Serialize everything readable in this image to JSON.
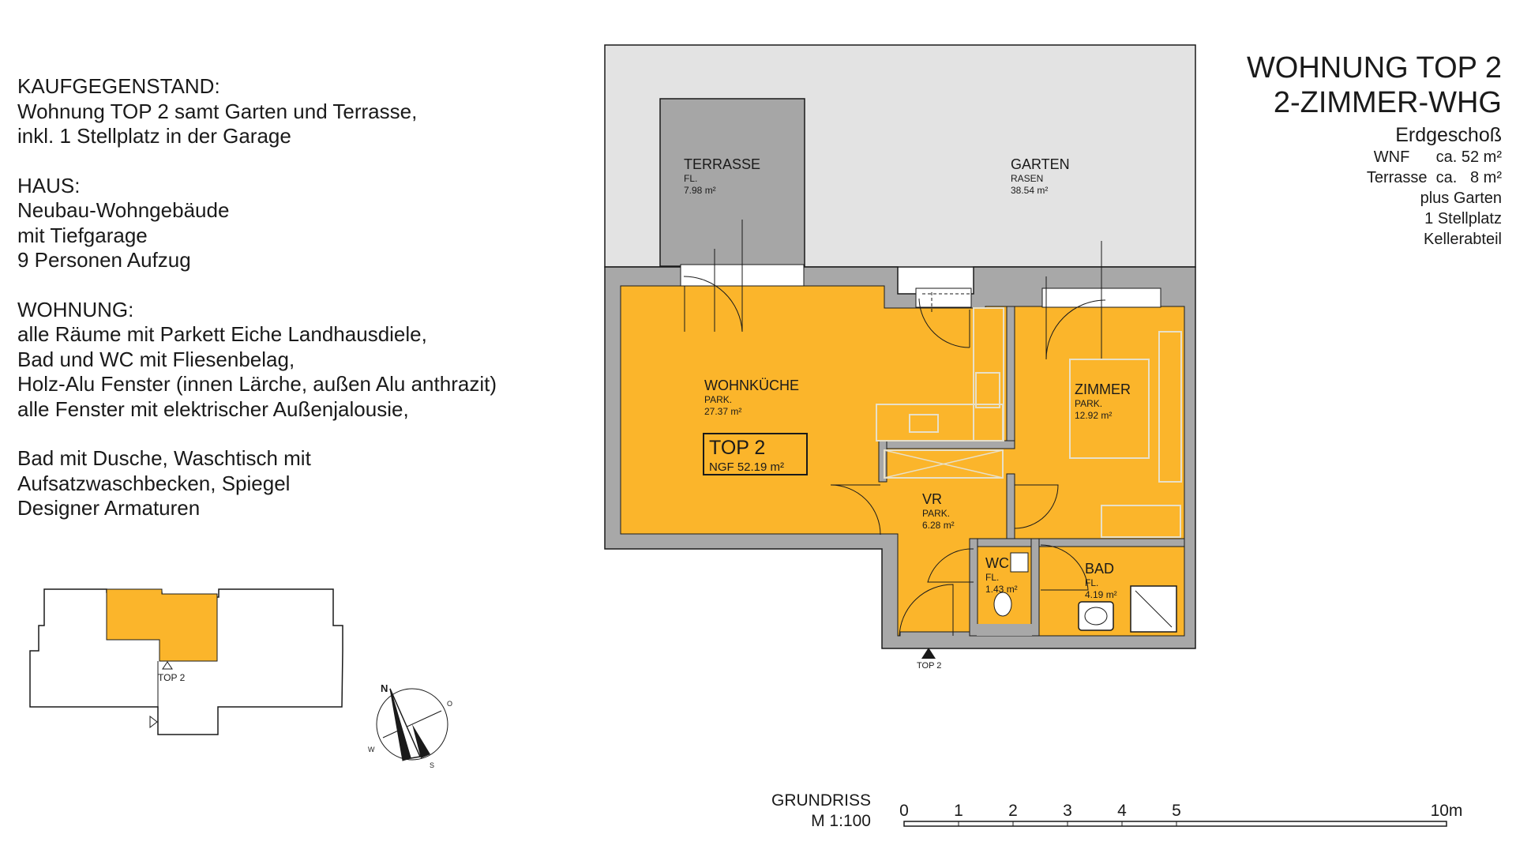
{
  "description": {
    "blocks": [
      {
        "lines": [
          "KAUFGEGENSTAND:",
          "Wohnung TOP 2 samt Garten und Terrasse,",
          "inkl. 1 Stellplatz in der Garage"
        ]
      },
      {
        "lines": [
          "HAUS:",
          "Neubau-Wohngebäude",
          "mit Tiefgarage",
          "9 Personen Aufzug"
        ]
      },
      {
        "lines": [
          "WOHNUNG:",
          "alle Räume mit Parkett Eiche Landhausdiele,",
          "Bad und WC mit Fliesenbelag,",
          "Holz-Alu Fenster (innen Lärche, außen Alu anthrazit)",
          "alle Fenster mit elektrischer Außenjalousie,"
        ]
      },
      {
        "lines": [
          "Bad mit Dusche, Waschtisch mit",
          "Aufsatzwaschbecken, Spiegel",
          "Designer Armaturen"
        ]
      }
    ]
  },
  "header": {
    "title": "WOHNUNG  TOP 2",
    "subtitle": "2-ZIMMER-WHG",
    "floor": "Erdgeschoß",
    "specs": [
      "WNF      ca. 52 m²",
      "Terrasse  ca.   8 m²",
      "plus Garten",
      "1 Stellplatz",
      "Kellerabteil"
    ]
  },
  "rooms": {
    "terrasse": {
      "name": "TERRASSE",
      "floor": "FL.",
      "area": "7.98 m²"
    },
    "garten": {
      "name": "GARTEN",
      "floor": "RASEN",
      "area": "38.54 m²"
    },
    "wohnkueche": {
      "name": "WOHNKÜCHE",
      "floor": "PARK.",
      "area": "27.37 m²"
    },
    "zimmer": {
      "name": "ZIMMER",
      "floor": "PARK.",
      "area": "12.92 m²"
    },
    "vr": {
      "name": "VR",
      "floor": "PARK.",
      "area": "6.28 m²"
    },
    "wc": {
      "name": "WC",
      "floor": "FL.",
      "area": "1.43 m²"
    },
    "bad": {
      "name": "BAD",
      "floor": "FL.",
      "area": "4.19 m²"
    }
  },
  "unit_box": {
    "name": "TOP 2",
    "ngf": "NGF 52.19 m²"
  },
  "entrance_label": "TOP 2",
  "keyplan_label": "TOP 2",
  "compass": {
    "n": "N",
    "o": "O",
    "s": "S",
    "w": "W"
  },
  "scale": {
    "title": "GRUNDRISS",
    "ratio": "M 1:100",
    "ticks": [
      "0",
      "1",
      "2",
      "3",
      "4",
      "5",
      "10m"
    ]
  },
  "colors": {
    "apartment": "#fbb52b",
    "wall": "#a8a8a8",
    "outdoor": "#e3e3e3",
    "terrace": "#a6a6a6"
  }
}
